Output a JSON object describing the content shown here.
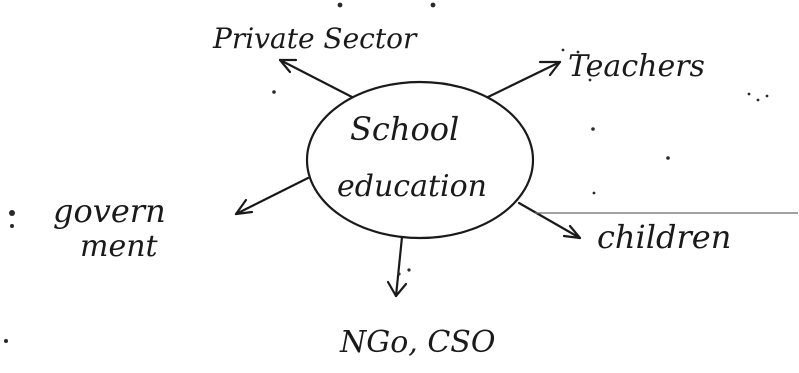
{
  "diagram": {
    "hub": {
      "line1": "School",
      "line2": "education"
    },
    "nodes": {
      "private_sector": "Private Sector",
      "teachers": "Teachers",
      "government_line1": "govern",
      "government_line2": "ment",
      "children": "children",
      "ngo_cso": "NGo, CSO"
    },
    "ink_color": "#1a1a1a",
    "background_color": "#ffffff"
  }
}
